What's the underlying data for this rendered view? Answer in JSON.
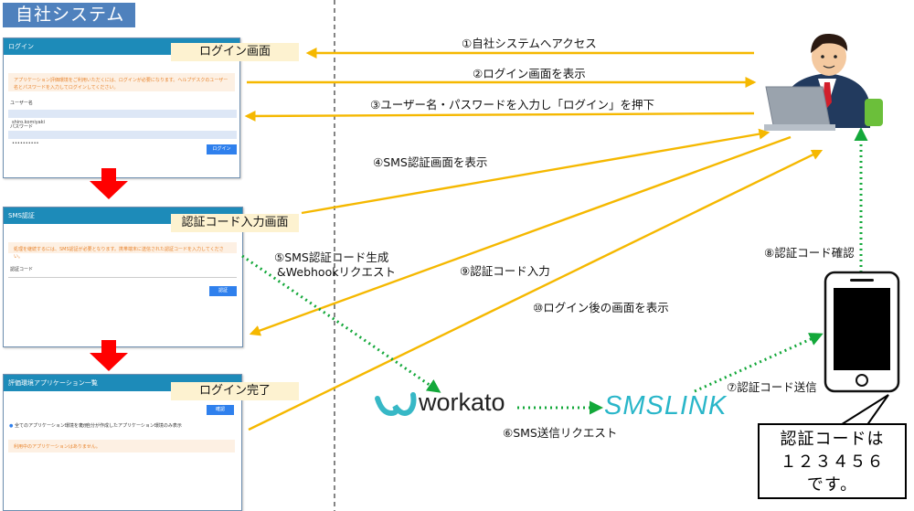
{
  "system": {
    "title": "自社システム"
  },
  "screens": {
    "login": {
      "header": "ログイン",
      "notice": "アプリケーション評価環境をご利用いただくには、ログインが必要になります。ヘルプデスクのユーザー名とパスワードを入力してログインしてください。",
      "username_label": "ユーザー名",
      "username_value": "shiro.komiyaki",
      "password_label": "パスワード",
      "password_value": "••••••••••",
      "button": "ログイン"
    },
    "sms": {
      "header": "SMS認証",
      "notice": "処理を継続するには、SMS認証が必要となります。携帯端末に送信された認証コードを入力してください。",
      "code_label": "認証コード",
      "button": "認証"
    },
    "apps": {
      "header": "評価環境アプリケーション一覧",
      "button": "確認",
      "radio_all": "全てのアプリケーション環境を表示",
      "radio_mine": "自分が作成したアプリケーション環境のみ表示",
      "empty_notice": "利用中のアプリケーションはありません。"
    }
  },
  "chips": {
    "login": "ログイン画面",
    "code": "認証コード入力画面",
    "done": "ログイン完了"
  },
  "steps": {
    "s1": "①自社システムへアクセス",
    "s2": "②ログイン画面を表示",
    "s3": "③ユーザー名・パスワードを入力し「ログイン」を押下",
    "s4": "④SMS認証画面を表示",
    "s5_line1": "⑤SMS認証コード生成",
    "s5_line2": "&Webhookリクエスト",
    "s6": "⑥SMS送信リクエスト",
    "s7": "⑦認証コード送信",
    "s8": "⑧認証コード確認",
    "s9": "⑨認証コード入力",
    "s10": "⑩ログイン後の画面を表示"
  },
  "logos": {
    "workato": "workato",
    "smslink": "SMSLINK"
  },
  "callout": {
    "line1": "認証コードは",
    "line2": "１２３４５６",
    "line3": "です。"
  },
  "colors": {
    "arrow_yellow": "#f5b800",
    "arrow_green": "#13a83a",
    "arrow_red": "#ff0000",
    "header_blue": "#1d8bb9"
  },
  "icons": [
    "user-at-laptop-icon",
    "smartphone-icon",
    "workato-logo-icon"
  ]
}
